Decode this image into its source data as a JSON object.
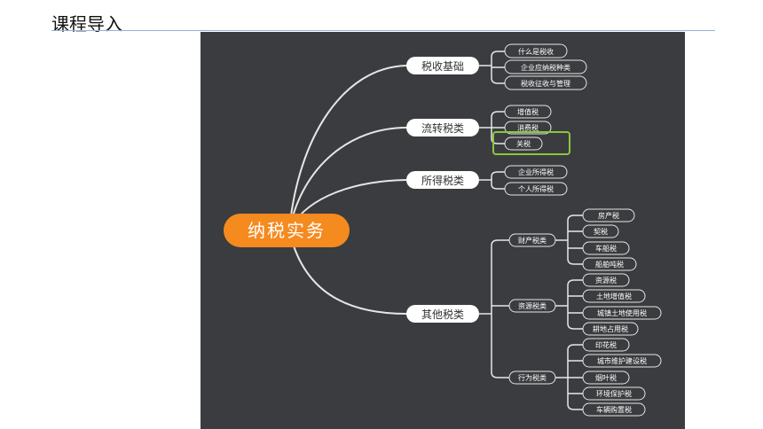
{
  "slide": {
    "title": "课程导入"
  },
  "mindmap": {
    "root": "纳税实务",
    "branches": [
      {
        "label": "税收基础",
        "children": [
          "什么是税收",
          "企业应纳税种类",
          "税收征收与管理"
        ]
      },
      {
        "label": "流转税类",
        "children": [
          "增值税",
          "消费税",
          "关税"
        ]
      },
      {
        "label": "所得税类",
        "children": [
          "企业所得税",
          "个人所得税"
        ]
      },
      {
        "label": "其他税类",
        "children": [
          {
            "label": "财产税类",
            "children": [
              "房产税",
              "契税",
              "车船税",
              "船舶吨税"
            ]
          },
          {
            "label": "资源税类",
            "children": [
              "资源税",
              "土地增值税",
              "城镇土地使用税",
              "耕地占用税"
            ]
          },
          {
            "label": "行为税类",
            "children": [
              "印花税",
              "城市维护建设税",
              "烟叶税",
              "环境保护税",
              "车辆购置税"
            ]
          }
        ]
      }
    ],
    "highlighted": "关税",
    "colors": {
      "background": "#3a3c3f",
      "root": "#f58a1f",
      "line": "#e6e6e6",
      "highlight": "#8cc63f"
    }
  }
}
